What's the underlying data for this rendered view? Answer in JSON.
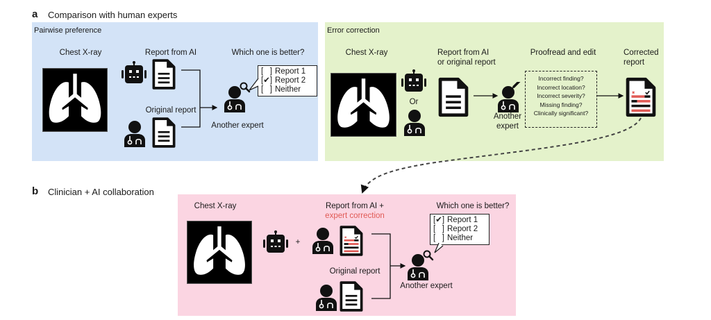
{
  "panel_a": {
    "letter": "a",
    "title": "Comparison with human experts",
    "pairwise": {
      "title": "Pairwise preference",
      "xray_label": "Chest X-ray",
      "ai_report_label": "Report from AI",
      "original_report_label": "Original report",
      "question": "Which one is better?",
      "options": [
        {
          "label": "Report 1",
          "checked": false
        },
        {
          "label": "Report 2",
          "checked": true
        },
        {
          "label": "Neither",
          "checked": false
        }
      ],
      "evaluator_label": "Another expert"
    },
    "error_correction": {
      "title": "Error correction",
      "xray_label": "Chest X-ray",
      "or_label": "Or",
      "report_label_line1": "Report from AI",
      "report_label_line2": "or original report",
      "proofread_label": "Proofread and edit",
      "evaluator_line1": "Another",
      "evaluator_line2": "expert",
      "checks": [
        "Incorrect finding?",
        "Incorrect location?",
        "Incorrect severity?",
        "Missing finding?",
        "Clinically significant?"
      ],
      "corrected_line1": "Corrected",
      "corrected_line2": "report"
    }
  },
  "panel_b": {
    "letter": "b",
    "title": "Clinician + AI collaboration",
    "xray_label": "Chest X-ray",
    "plus": "+",
    "ai_report_label": "Report from AI +",
    "correction_label": "expert correction",
    "original_report_label": "Original report",
    "question": "Which one is better?",
    "options": [
      {
        "label": "Report 1",
        "checked": true
      },
      {
        "label": "Report 2",
        "checked": false
      },
      {
        "label": "Neither",
        "checked": false
      }
    ],
    "evaluator_label": "Another expert"
  },
  "colors": {
    "pairwise_bg": "#d3e3f7",
    "error_bg": "#e4f2cb",
    "collab_bg": "#fbd5e2",
    "correction_red": "#e05a55"
  }
}
